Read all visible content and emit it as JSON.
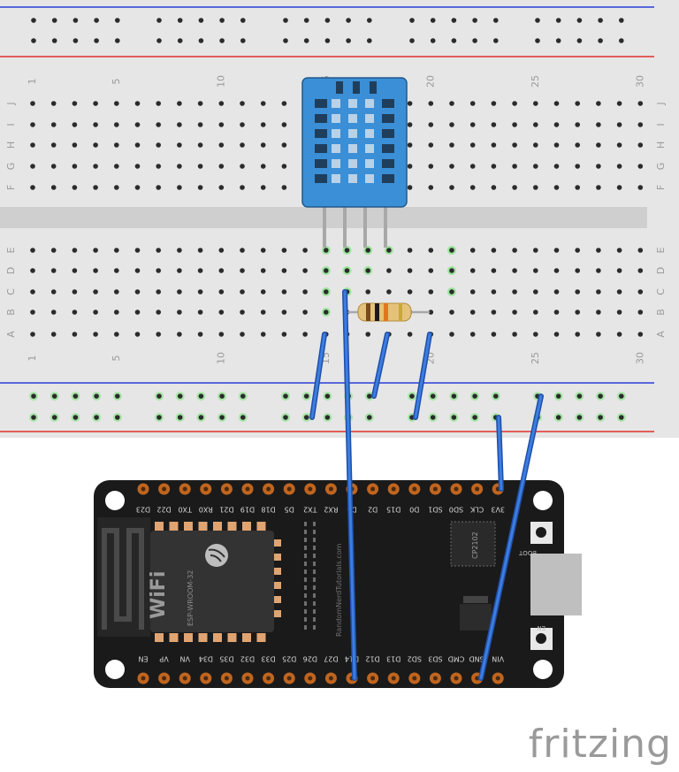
{
  "breadboard": {
    "column_labels": [
      "1",
      "5",
      "10",
      "15",
      "20",
      "25",
      "30"
    ],
    "row_labels_top": [
      "J",
      "I",
      "H",
      "G",
      "F"
    ],
    "row_labels_bottom": [
      "E",
      "D",
      "C",
      "B",
      "A"
    ]
  },
  "esp32": {
    "top_pins": [
      "D23",
      "D22",
      "TX0",
      "RX0",
      "D21",
      "D19",
      "D18",
      "D5",
      "TX2",
      "RX2",
      "D4",
      "D2",
      "D15",
      "D0",
      "SD1",
      "SD0",
      "CLK",
      "3V3"
    ],
    "bottom_pins": [
      "EN",
      "VP",
      "VN",
      "D34",
      "D35",
      "D32",
      "D33",
      "D25",
      "D26",
      "D27",
      "D14",
      "D12",
      "D13",
      "SD2",
      "SD3",
      "CMD",
      "GND",
      "VIN"
    ],
    "module_label": "ESP-WROOM-32",
    "wifi_label": "WiFi",
    "chip_label": "CP2102",
    "boot_label": "BOOT",
    "en_label": "EN",
    "watermark": "RandomNerdTutorials.com"
  },
  "logo_text": "fritzing",
  "colors": {
    "board": "#e6e6e6",
    "rail_red": "#e0302b",
    "rail_blue": "#2a3fd8",
    "wire": "#2e6fd6",
    "esp_board": "#1a1a1a",
    "sensor": "#3b8fd6",
    "pin_header": "#c0651f"
  }
}
